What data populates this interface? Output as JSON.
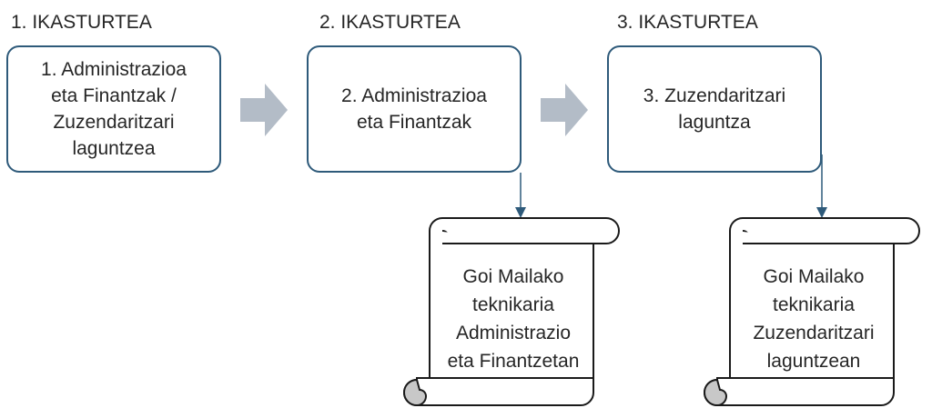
{
  "years": [
    {
      "label": "1. IKASTURTEA",
      "box": "1. Administrazioa\neta Finantzak /\nZuzendaritzari\nlaguntzea"
    },
    {
      "label": "2. IKASTURTEA",
      "box": "2. Administrazioa\neta Finantzak"
    },
    {
      "label": "3. IKASTURTEA",
      "box": "3. Zuzendaritzari\nlaguntza"
    }
  ],
  "diplomas": [
    {
      "text": "Goi Mailako\nteknikaria\nAdministrazio\neta Finantzetan"
    },
    {
      "text": "Goi Mailako\nteknikaria\nZuzendaritzari\nlaguntzean"
    }
  ],
  "colors": {
    "box_border": "#2e5a7a",
    "flow_arrow": "#b3bcc7",
    "connector": "#2e5a7a",
    "scroll_curl": "#c8c8c8"
  }
}
